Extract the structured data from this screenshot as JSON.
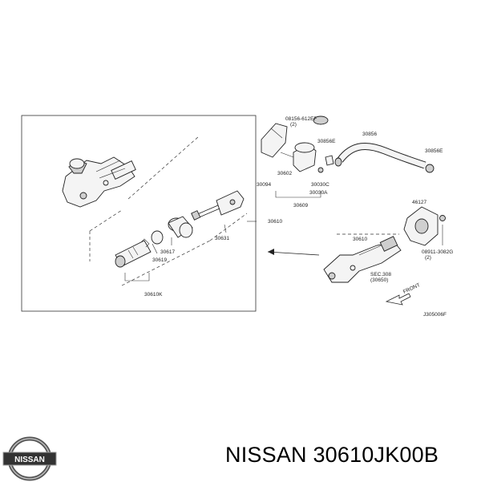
{
  "labels": {
    "bolt": "08156-612EF",
    "bolt_qty": "(2)",
    "cap_clip": "30856E",
    "hose": "30856",
    "hose_clip": "30856E",
    "reservoir_body": "30602",
    "reservoir": "30609",
    "pin": "30094",
    "seal_c": "30030C",
    "seal_a": "30030A",
    "bracket": "46127",
    "nut": "08911-3082G",
    "nut_qty": "(2)",
    "cylinder_assy": "30610",
    "cylinder_assy_right": "30610",
    "push_rod": "30631",
    "piston_cup": "30619",
    "boot": "30617",
    "repair_kit": "30610K",
    "sec_ref_1": "SEC.308",
    "sec_ref_2": "(30650)",
    "front": "FRONT",
    "figure_code": "J305006F"
  },
  "brand": {
    "logo_text": "NISSAN",
    "caption_brand": "NISSAN",
    "caption_part": "30610JK00B"
  }
}
